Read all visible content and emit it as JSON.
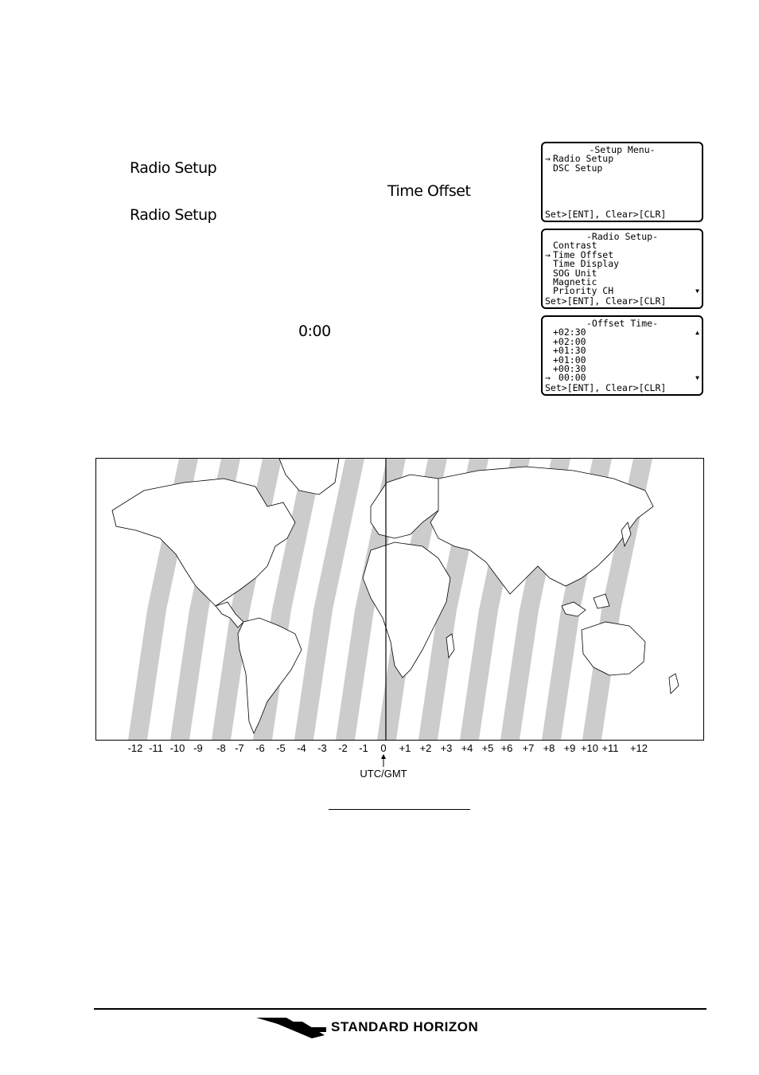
{
  "instructions": {
    "item1": "Radio Setup",
    "item2": "Time Offset",
    "item3": "Radio Setup",
    "item4": "0:00"
  },
  "lcd_setup_menu": {
    "title": "-Setup Menu-",
    "items": [
      {
        "label": "Radio Setup",
        "selected": true
      },
      {
        "label": "DSC Setup",
        "selected": false
      }
    ],
    "footer": "Set>[ENT], Clear>[CLR]"
  },
  "lcd_radio_setup": {
    "title": "-Radio Setup-",
    "items": [
      {
        "label": "Contrast",
        "selected": false
      },
      {
        "label": "Time Offset",
        "selected": true
      },
      {
        "label": "Time Display",
        "selected": false
      },
      {
        "label": "SOG Unit",
        "selected": false
      },
      {
        "label": "Magnetic",
        "selected": false
      },
      {
        "label": "Priority CH",
        "selected": false
      }
    ],
    "footer": "Set>[ENT], Clear>[CLR]"
  },
  "lcd_offset_time": {
    "title": "-Offset Time-",
    "items": [
      {
        "label": "+02:30",
        "selected": false
      },
      {
        "label": "+02:00",
        "selected": false
      },
      {
        "label": "+01:30",
        "selected": false
      },
      {
        "label": "+01:00",
        "selected": false
      },
      {
        "label": "+00:30",
        "selected": false
      },
      {
        "label": " 00:00",
        "selected": true
      }
    ],
    "footer": "Set>[ENT], Clear>[CLR]"
  },
  "lcd_glyphs": {
    "select_arrow": "→",
    "scroll_up": "▲",
    "scroll_down": "▼"
  },
  "timezone_map": {
    "zones": [
      "-12",
      "-11",
      "-10",
      "-9",
      "-8",
      "-7",
      "-6",
      "-5",
      "-4",
      "-3",
      "-2",
      "-1",
      "0",
      "+1",
      "+2",
      "+3",
      "+4",
      "+5",
      "+6",
      "+7",
      "+8",
      "+9",
      "+10",
      "+11",
      "+12"
    ],
    "reference_label": "UTC/GMT",
    "band_color": "#cccccc",
    "land_color": "#ffffff"
  },
  "footer": {
    "brand": "STANDARD HORIZON"
  }
}
